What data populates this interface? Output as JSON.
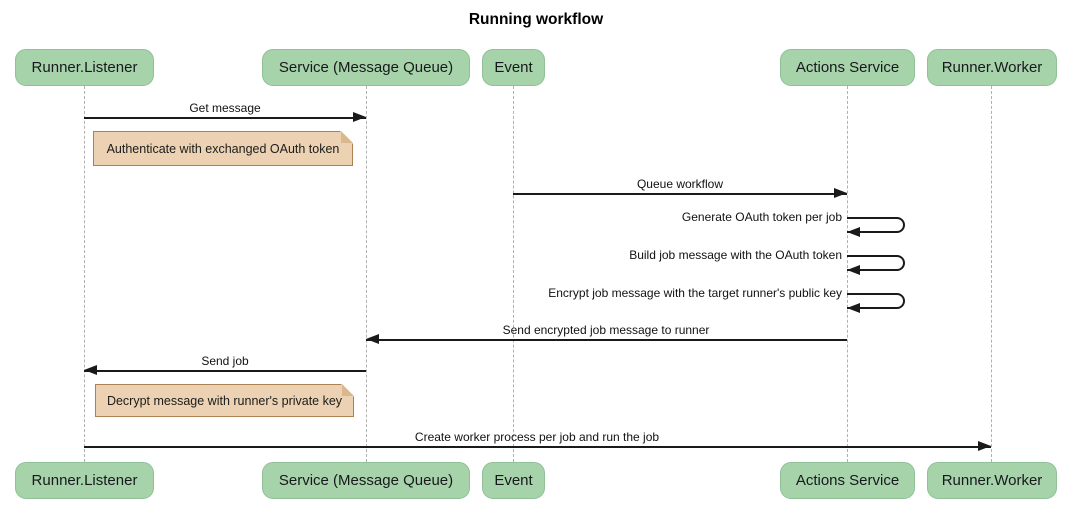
{
  "title": "Running workflow",
  "diagram_type": "sequence-diagram",
  "colors": {
    "background": "#ffffff",
    "actor_fill": "#a7d3ab",
    "actor_border": "#90c097",
    "note_fill": "#ecd2b2",
    "note_border": "#aa8152",
    "note_fold": "#d9b98c",
    "message_line": "#1a1a1a",
    "lifeline": "#b0b0b0",
    "text": "#111111"
  },
  "actors": [
    {
      "label": "Runner.Listener"
    },
    {
      "label": "Service (Message Queue)"
    },
    {
      "label": "Event"
    },
    {
      "label": "Actions Service"
    },
    {
      "label": "Runner.Worker"
    }
  ],
  "messages": [
    {
      "type": "message",
      "from": "Runner.Listener",
      "to": "Service (Message Queue)",
      "label": "Get message"
    },
    {
      "type": "note",
      "over": "Runner.Listener",
      "label": "Authenticate with exchanged OAuth token"
    },
    {
      "type": "message",
      "from": "Event",
      "to": "Actions Service",
      "label": "Queue workflow"
    },
    {
      "type": "self",
      "actor": "Actions Service",
      "label": "Generate OAuth token per job"
    },
    {
      "type": "self",
      "actor": "Actions Service",
      "label": "Build job message with the OAuth token"
    },
    {
      "type": "self",
      "actor": "Actions Service",
      "label": "Encrypt job message with the target runner's public key"
    },
    {
      "type": "message",
      "from": "Actions Service",
      "to": "Service (Message Queue)",
      "label": "Send encrypted job message to runner"
    },
    {
      "type": "message",
      "from": "Service (Message Queue)",
      "to": "Runner.Listener",
      "label": "Send job"
    },
    {
      "type": "note",
      "over": "Runner.Listener",
      "label": "Decrypt message with runner's private key"
    },
    {
      "type": "message",
      "from": "Runner.Listener",
      "to": "Runner.Worker",
      "label": "Create worker process per job and run the job"
    }
  ]
}
